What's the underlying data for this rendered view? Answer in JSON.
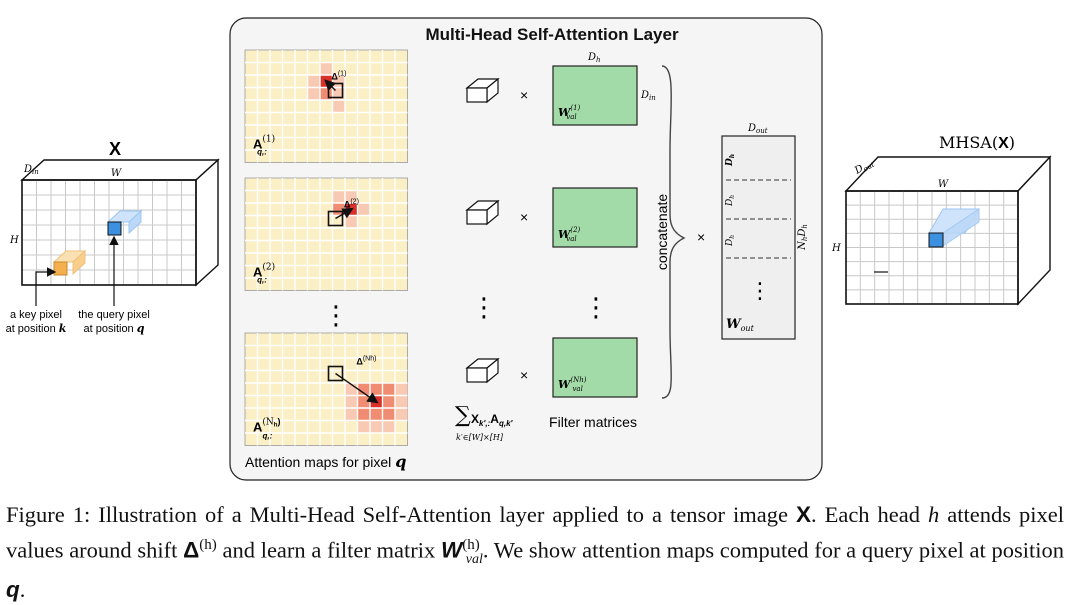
{
  "layer_title": "Multi-Head Self-Attention Layer",
  "input": {
    "title": "X",
    "d_label": "D",
    "d_sub": "in",
    "w_label": "W",
    "h_label": "H",
    "key_line1": "a key pixel",
    "key_line2": "at position",
    "key_var": "k",
    "query_line1": "the query pixel",
    "query_line2": "at position",
    "query_var": "q"
  },
  "attention_maps": {
    "heads": [
      {
        "label": "A",
        "sup": "(1)",
        "sub": "q,:",
        "delta": "Δ",
        "delta_sup": "(1)"
      },
      {
        "label": "A",
        "sup": "(2)",
        "sub": "q,:",
        "delta": "Δ",
        "delta_sup": "(2)"
      },
      {
        "label": "A",
        "sup": "(N",
        "sup_sub": "h",
        "sup_end": ")",
        "sub": "q,:",
        "delta": "Δ",
        "delta_sup": "(Nh)"
      }
    ],
    "caption": "Attention maps for pixel",
    "caption_var": "q",
    "vdots": "⋮"
  },
  "times": "×",
  "sum_formula": {
    "sigma": "∑",
    "term": "X",
    "term_sub": "k′,:",
    "term2": "A",
    "term2_sub": "q,k′",
    "limits": "k′∈[W]×[H]"
  },
  "filters": {
    "dh_label": "D",
    "dh_sub": "h",
    "din_label": "D",
    "din_sub": "in",
    "w_label": "W",
    "w_sub": "val",
    "sups": [
      "(1)",
      "(2)",
      "(Nh)"
    ],
    "caption": "Filter matrices"
  },
  "concatenate": "concatenate",
  "w_out": {
    "dout_label": "D",
    "dout_sub": "out",
    "block_label": "D",
    "block_sub": "h",
    "side_label": "N",
    "side_sub": "h",
    "side_label2": "D",
    "side_sub2": "h",
    "name": "W",
    "name_sub": "out"
  },
  "output": {
    "title_pre": "MHSA(",
    "title_bold": "X",
    "title_post": ")",
    "d_label": "D",
    "d_sub": "out",
    "w_label": "W",
    "h_label": "H"
  },
  "caption": {
    "part1": "Figure 1: Illustration of a Multi-Head Self-Attention layer applied to a tensor image ",
    "x": "X",
    "part2": ". Each head ",
    "h": "h",
    "part3": " attends pixel values around shift ",
    "delta": "Δ",
    "delta_sup": "(h)",
    "part4": " and learn a filter matrix ",
    "w": "W",
    "w_sup": "(h)",
    "w_sub": "val",
    "part5": ". We show attention maps computed for a query pixel at position ",
    "q": "q",
    "part6": "."
  },
  "colors": {
    "map_bg": "#fbefc6",
    "heat_dark": "#d9302a",
    "heat_mid": "#ef8c72",
    "heat_light": "#f8c9b3",
    "filter_green": "#a3dba8",
    "query_blue": "#3d8fe0",
    "key_orange": "#f4b04e",
    "layer_bg": "#f5f5f5",
    "w_out_bg": "#efefef"
  }
}
